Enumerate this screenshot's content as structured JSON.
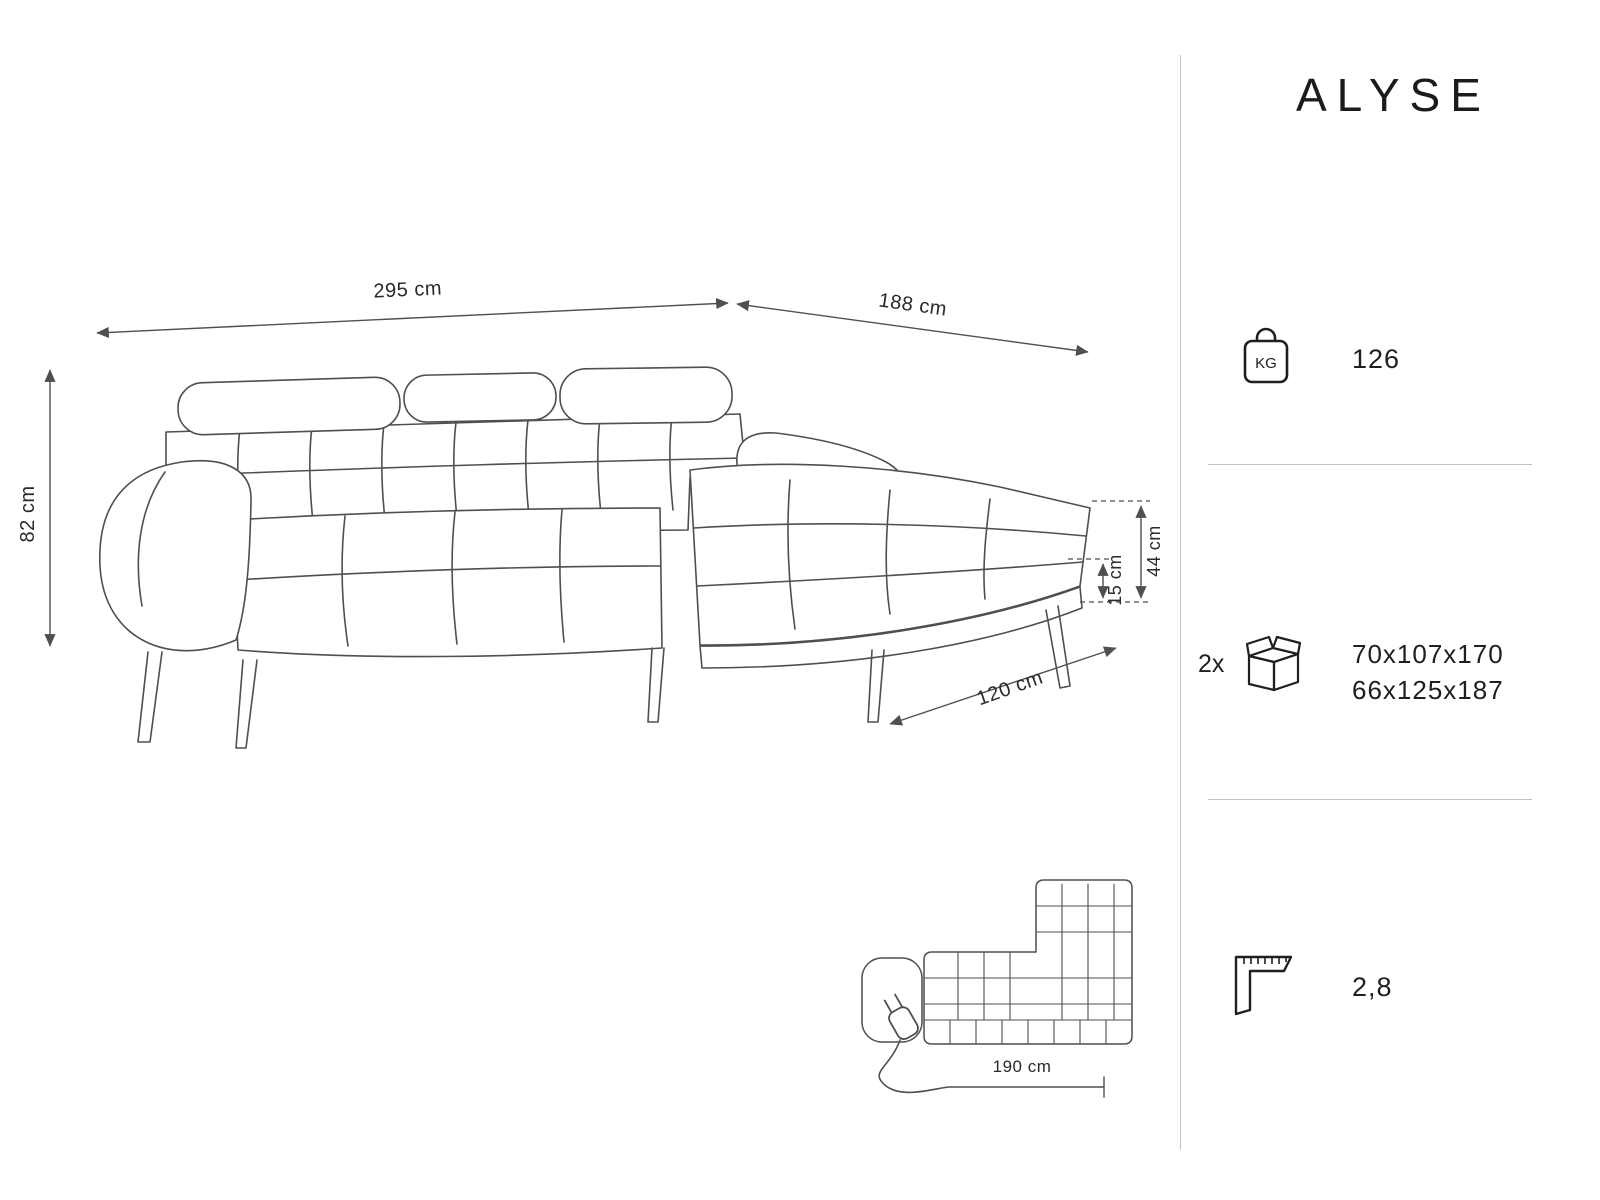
{
  "title": "ALYSE",
  "colors": {
    "line": "#4f4f4f",
    "text": "#2a2a2a",
    "divider": "#c6c6c6"
  },
  "diagram": {
    "dimensions": {
      "total_width": "295 cm",
      "total_depth": "188 cm",
      "total_height": "82 cm",
      "seat_height": "44 cm",
      "leg_height": "15 cm",
      "chaise_width": "120 cm",
      "cable_length": "190 cm"
    }
  },
  "specs": {
    "weight": {
      "icon": "kg-weight-icon",
      "unit_label": "KG",
      "value": "126"
    },
    "package": {
      "icon": "package-box-icon",
      "count": "2x",
      "sizes": [
        "70x107x170",
        "66x125x187"
      ]
    },
    "ruler": {
      "icon": "ruler-icon",
      "value": "2,8"
    }
  }
}
